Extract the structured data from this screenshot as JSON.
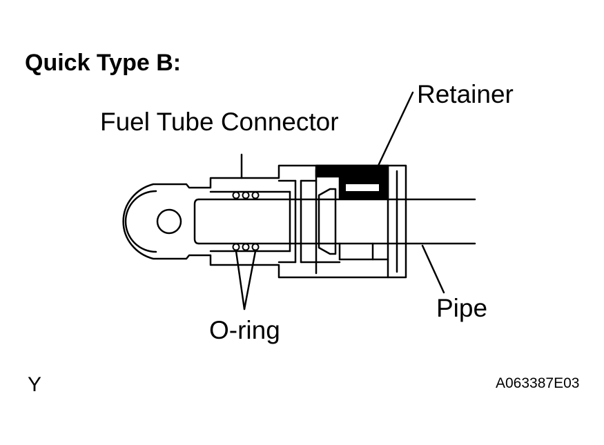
{
  "title": "Quick Type B:",
  "labels": {
    "connector": "Fuel Tube Connector",
    "retainer": "Retainer",
    "pipe": "Pipe",
    "oring": "O-ring"
  },
  "corner_mark": "Y",
  "figure_code": "A063387E03",
  "colors": {
    "line": "#000000",
    "background": "#ffffff",
    "retainer_fill": "#000000"
  }
}
